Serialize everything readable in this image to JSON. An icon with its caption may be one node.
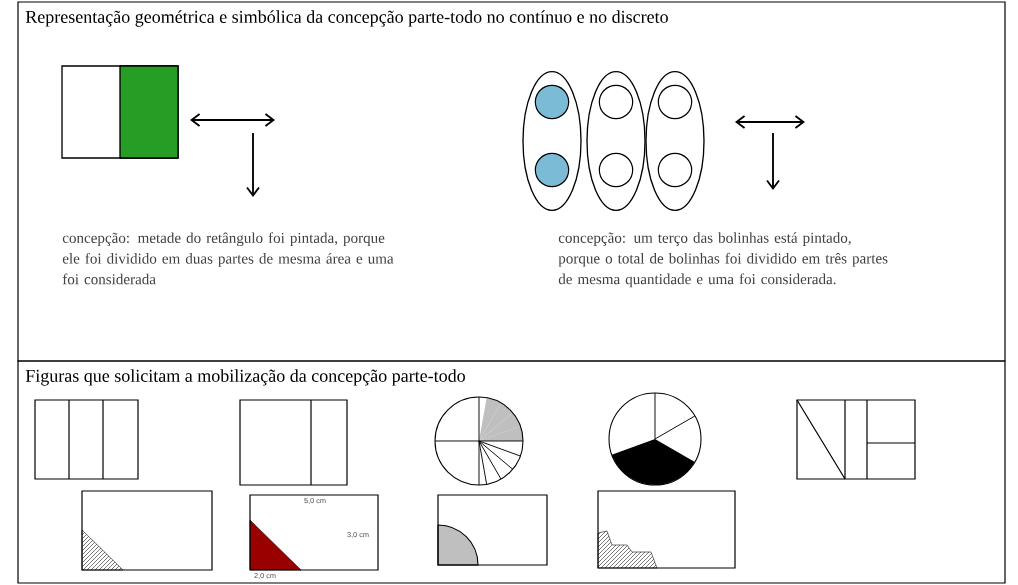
{
  "diagram": {
    "nodes": [
      {
        "text": [
          "Representação geométrica e simbólica da concepção parte-todo no contínuo e no discreto",
          "concepção: metade do retângulo foi pintada, porque ele foi dividido em duas partes de mesma área e uma foi considerada",
          "concepção: um terço das bolinhas está pintado, porque o total de  bolinhas foi dividido em três partes de mesma quantidade e uma foi considerada."
        ]
      },
      {
        "text": [
          "Figuras que solicitam a mobilização da concepção parte-todo"
        ]
      }
    ],
    "labels": [
      "5,0 cm",
      "3,0 cm",
      "2,0 cm"
    ]
  }
}
